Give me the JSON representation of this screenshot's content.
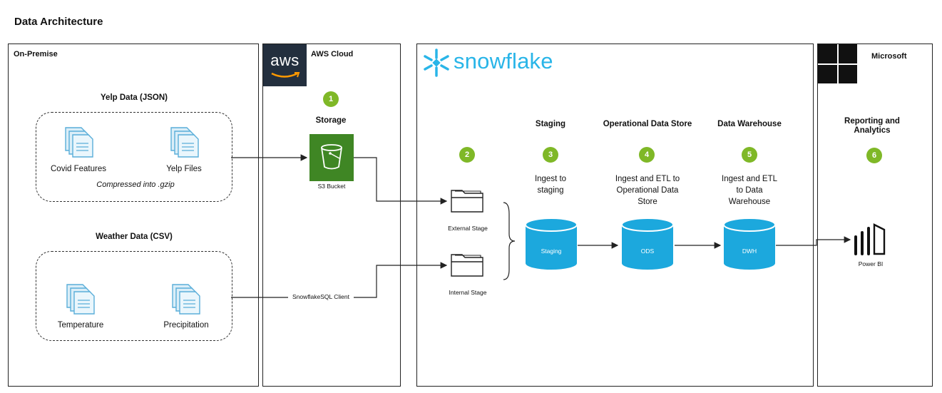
{
  "title": "Data Architecture",
  "panels": {
    "onprem": "On-Premise",
    "aws_label": "AWS Cloud",
    "aws_logo": "aws",
    "snowflake_logo": "snowflake",
    "microsoft": "Microsoft"
  },
  "yelp": {
    "title": "Yelp Data (JSON)",
    "file1": "Covid Features",
    "file2": "Yelp Files",
    "note": "Compressed into .gzip"
  },
  "weather": {
    "title": "Weather Data (CSV)",
    "file1": "Temperature",
    "file2": "Precipitation"
  },
  "client_label": "SnowflakeSQL Client",
  "steps": {
    "s1": {
      "num": "1",
      "title": "Storage",
      "service": "S3 Bucket"
    },
    "s2": {
      "num": "2",
      "external": "External Stage",
      "internal": "Internal Stage"
    },
    "s3": {
      "num": "3",
      "title": "Staging",
      "desc": "Ingest to staging",
      "db": "Staging"
    },
    "s4": {
      "num": "4",
      "title": "Operational Data Store",
      "desc": "Ingest and ETL to Operational Data Store",
      "db": "ODS"
    },
    "s5": {
      "num": "5",
      "title": "Data Warehouse",
      "desc": "Ingest and ETL to Data Warehouse",
      "db": "DWH"
    },
    "s6": {
      "num": "6",
      "title": "Reporting and Analytics",
      "tool": "Power BI"
    }
  },
  "colors": {
    "badge": "#7fb827",
    "s3": "#3f8624",
    "aws_bg": "#232f3e",
    "snowflake": "#29b5e8",
    "db": "#1ca8dd"
  }
}
